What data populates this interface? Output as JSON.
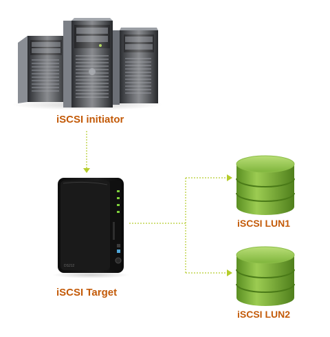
{
  "diagram": {
    "initiator_label": "iSCSI initiator",
    "target_label": "iSCSI Target",
    "lun1_label": "iSCSI LUN1",
    "lun2_label": "iSCSI LUN2",
    "nas_brand": "DS212"
  },
  "colors": {
    "label": "#c35a08",
    "connector": "#b5cc2a",
    "disk_green": "#7cb23a",
    "nas_body": "#141414",
    "server_body": "#3a3d42"
  },
  "icons": [
    "server-tower-icon",
    "nas-device-icon",
    "database-disk-icon"
  ]
}
